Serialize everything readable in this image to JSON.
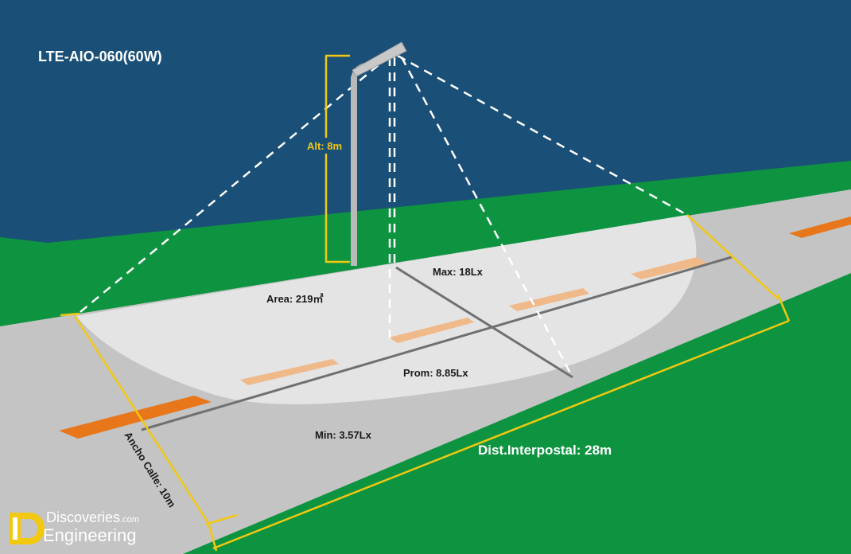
{
  "title": "LTE-AIO-060(60W)",
  "labels": {
    "height": "Alt: 8m",
    "area": "Area: 219㎡",
    "max": "Max: 18Lx",
    "avg": "Prom: 8.85Lx",
    "min": "Min: 3.57Lx",
    "spacing": "Dist.Interpostal: 28m",
    "width": "Ancho Calle: 10m"
  },
  "brand": {
    "line1": "Discoveries",
    "suffix": ".com",
    "line2": "Engineering"
  },
  "colors": {
    "sky": "#1a4f78",
    "grass": "#0e9440",
    "road": "#c4c4c4",
    "light_pool": "#e4e4e4",
    "dimension": "#f2c811",
    "lane_marking": "#e8761a"
  }
}
